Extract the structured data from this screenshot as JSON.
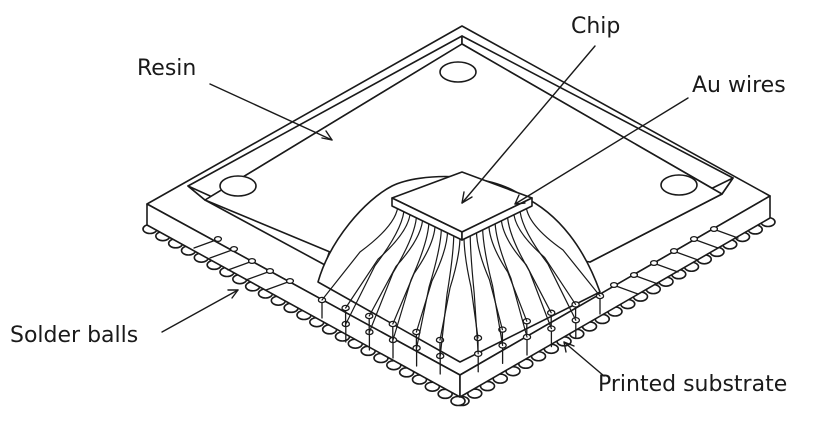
{
  "labels": {
    "chip": "Chip",
    "resin": "Resin",
    "au_wires": "Au wires",
    "solder_balls": "Solder balls",
    "printed_substrate": "Printed substrate"
  },
  "colors": {
    "stroke": "#1a1a1a",
    "fill": "#ffffff"
  }
}
